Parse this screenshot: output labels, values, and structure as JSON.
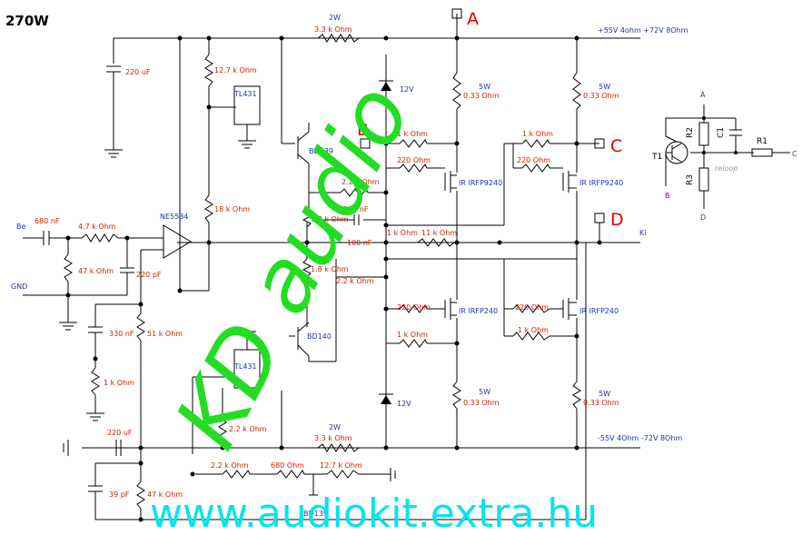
{
  "title": "270W",
  "terminals": {
    "a": "A",
    "b": "B",
    "c": "C",
    "d": "D"
  },
  "rails": {
    "pos": "+55V 4ohm +72V 8Ohm",
    "neg": "-55V 4Ohm -72V 8Ohm"
  },
  "io": {
    "in": "Be",
    "gnd": "GND",
    "out": "Ki"
  },
  "components": {
    "c_220uF_top": "220 uF",
    "r_12k7_top": "12.7 k Ohm",
    "ic_tl431_top": "TL431",
    "r_2w_top": "2W",
    "r_3k3_top": "3.3 k Ohm",
    "z_12v_top": "12V",
    "r_5w_a": "5W",
    "r_033_a": "0.33  Ohm",
    "r_5w_b": "5W",
    "r_033_b": "0.33  Ohm",
    "q_bd139": "BD139",
    "r_1k_b": "1 k Ohm",
    "r_1k_c": "1 k Ohm",
    "r_220_1": "220  Ohm",
    "r_220_2": "220  Ohm",
    "r_2k2_mid": "2.2 k Ohm",
    "q_irfp9240_1": "IR IRFP9240",
    "q_irfp9240_2": "IR IRFP9240",
    "r_18k": "18 k Ohm",
    "r_1k8_1": "1.8 k Ohm",
    "c_100nF_1": "100 nF",
    "c_100nF_2": "100 nF",
    "r_1k_mid": "1 k Ohm",
    "r_11k": "11 k Ohm",
    "c_680nF": "680 nF",
    "r_4k7": "4.7 k Ohm",
    "ic_ne5534": "NE5534",
    "r_47k_in": "47 k Ohm",
    "c_220pF": "220 pF",
    "r_1k8_2": "1.8 k Ohm",
    "r_2k2_mid2": "2.2 k Ohm",
    "r_220_3": "220  Ohm",
    "r_220_4": "220  Ohm",
    "q_irfp240_1": "IR IRFP240",
    "q_irfp240_2": "IR IRFP240",
    "c_330nF": "330 nF",
    "r_51k": "51 k Ohm",
    "q_bd140": "BD140",
    "r_1k_d": "1 k Ohm",
    "r_1k_e": "1 k Ohm",
    "ic_tl431_bot": "TL431",
    "r_1k_gnd": "1 k Ohm",
    "r_5w_c": "5W",
    "r_033_c": "0.33  Ohm",
    "r_5w_d": "5W",
    "r_033_d": "0.33  Ohm",
    "z_12v_bot": "12V",
    "r_2k2_bot": "2.2 k Ohm",
    "c_220uF_bot": "220 uF",
    "r_2w_bot": "2W",
    "r_3k3_bot": "3.3 k Ohm",
    "r_2k2_pot": "2.2 k Ohm",
    "r_680": "680   Ohm",
    "r_12k7_bot": "12.7 k Ohm",
    "c_39pF": "39 pF",
    "r_47k_bot": "47 k Ohm",
    "q_bd139_bot": "BD139"
  },
  "inset": {
    "a": "A",
    "b": "B",
    "c": "C",
    "d": "D",
    "t1": "T1",
    "r1": "R1",
    "r2": "R2",
    "r3": "R3",
    "c1": "C1",
    "note": "reloop"
  },
  "watermark": {
    "brand": "KD audio",
    "url": "www.audiokit.extra.hu"
  },
  "colors": {
    "label": "#cc2200",
    "part": "#2233aa",
    "term": "#e00000",
    "wm_green": "#22dd22",
    "wm_cyan": "#00e5ee"
  }
}
